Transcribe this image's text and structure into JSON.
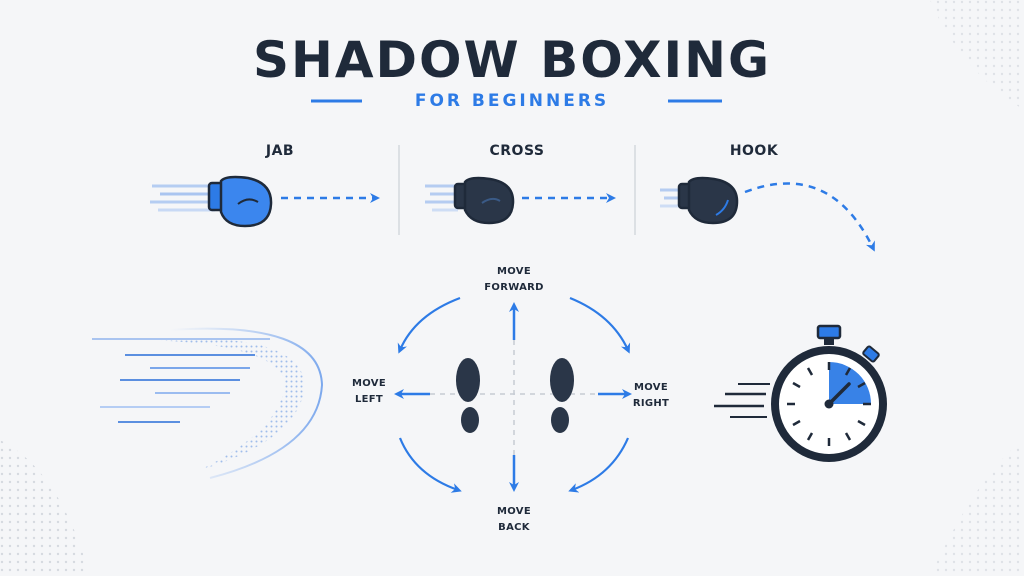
{
  "title": "SHADOW BOXING",
  "subtitle": "FOR BEGINNERS",
  "punches": [
    {
      "label": "JAB",
      "icon": "blue-boxing-glove-icon"
    },
    {
      "label": "CROSS",
      "icon": "dark-boxing-glove-icon"
    },
    {
      "label": "HOOK",
      "icon": "dark-boxing-glove-icon"
    }
  ],
  "movement": {
    "forward": [
      "MOVE",
      "FORWARD"
    ],
    "left": [
      "MOVE",
      "LEFT"
    ],
    "right": [
      "MOVE",
      "RIGHT"
    ],
    "back": [
      "MOVE",
      "BACK"
    ],
    "icon": "footprints-icon"
  },
  "timer_icon": "stopwatch-icon",
  "colors": {
    "accent": "#2d7be6",
    "dark": "#1f2a3a",
    "background": "#f5f6f8"
  }
}
